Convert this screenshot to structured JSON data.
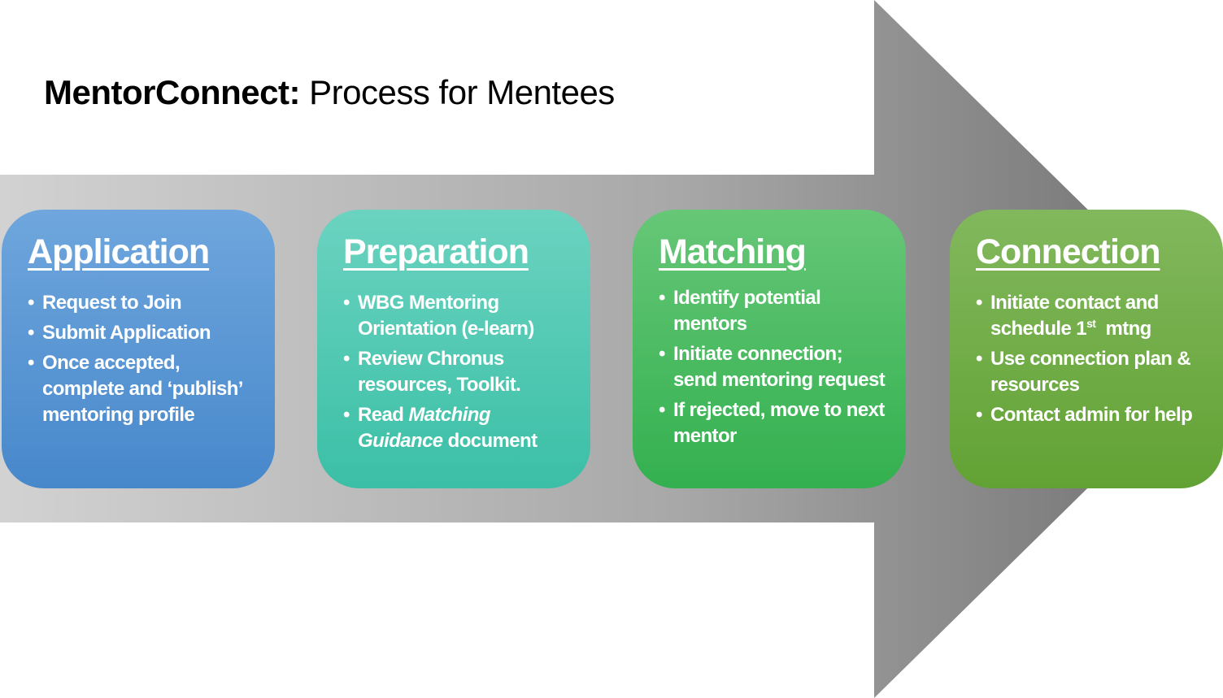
{
  "title": {
    "bold": "MentorConnect:",
    "rest": " Process for Mentees"
  },
  "colors": {
    "application": "#5a97d4",
    "preparation": "#52c9b3",
    "matching": "#4cbb63",
    "connection": "#72ad48",
    "arrow_light": "#d2d2d2",
    "arrow_dark": "#6e6e6e"
  },
  "steps": [
    {
      "heading": "Application",
      "items": [
        {
          "text": "Request to Join"
        },
        {
          "text": "Submit Application"
        },
        {
          "text": "Once accepted, complete and ‘publish’ mentoring profile"
        }
      ]
    },
    {
      "heading": "Preparation",
      "items": [
        {
          "text": "WBG Mentoring Orientation (e-learn)"
        },
        {
          "text": "Review Chronus resources, Toolkit."
        },
        {
          "pre": "Read ",
          "italic1": "Matching",
          "italic2": "Guidance",
          "post": " document"
        }
      ]
    },
    {
      "heading": "Matching",
      "items": [
        {
          "text": "Identify potential mentors"
        },
        {
          "text": "Initiate connection; send mentoring request"
        },
        {
          "text": "If rejected, move to next mentor"
        }
      ]
    },
    {
      "heading": "Connection",
      "items": [
        {
          "pre": "Initiate contact and schedule 1",
          "sup": "st",
          "post": "  mtng"
        },
        {
          "text": "Use connection plan & resources"
        },
        {
          "text": "Contact admin for help"
        }
      ]
    }
  ]
}
